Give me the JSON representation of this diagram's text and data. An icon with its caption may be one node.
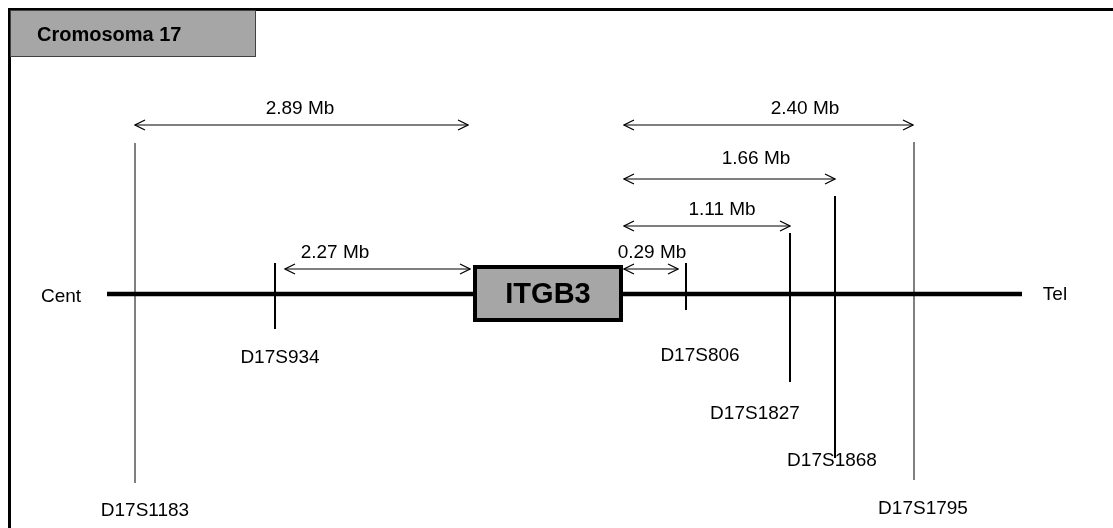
{
  "diagram": {
    "title": "Cromosoma 17",
    "nodes": [
      {
        "text": [
          "ITGB3"
        ]
      }
    ],
    "labels": [
      "2.89 Mb",
      "2.40 Mb",
      "1.66 Mb",
      "1.11 Mb",
      "2.27 Mb",
      "0.29 Mb",
      "Cent",
      "Tel",
      "D17S934",
      "D17S806",
      "D17S1827",
      "D17S1868",
      "D17S1183",
      "D17S1795"
    ]
  }
}
